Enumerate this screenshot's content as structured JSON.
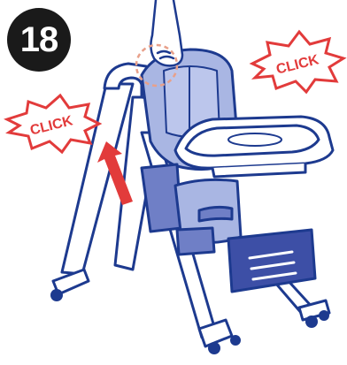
{
  "step": {
    "number": "18"
  },
  "callouts": {
    "left": "CLICK",
    "right": "CLICK"
  },
  "colors": {
    "outline": "#1d3a8f",
    "seat_fill": "#a9b6e3",
    "panel_fill": "#6f7fc6",
    "footrest_fill": "#3d4fa6",
    "burst": "#e23b3b",
    "arrow": "#e23b3b",
    "highlight_circle": "#e8a08a",
    "badge": "#1a1a1a"
  },
  "icons": [
    "hand-icon",
    "up-arrow-icon",
    "click-burst-icon",
    "highlight-circle-icon"
  ]
}
